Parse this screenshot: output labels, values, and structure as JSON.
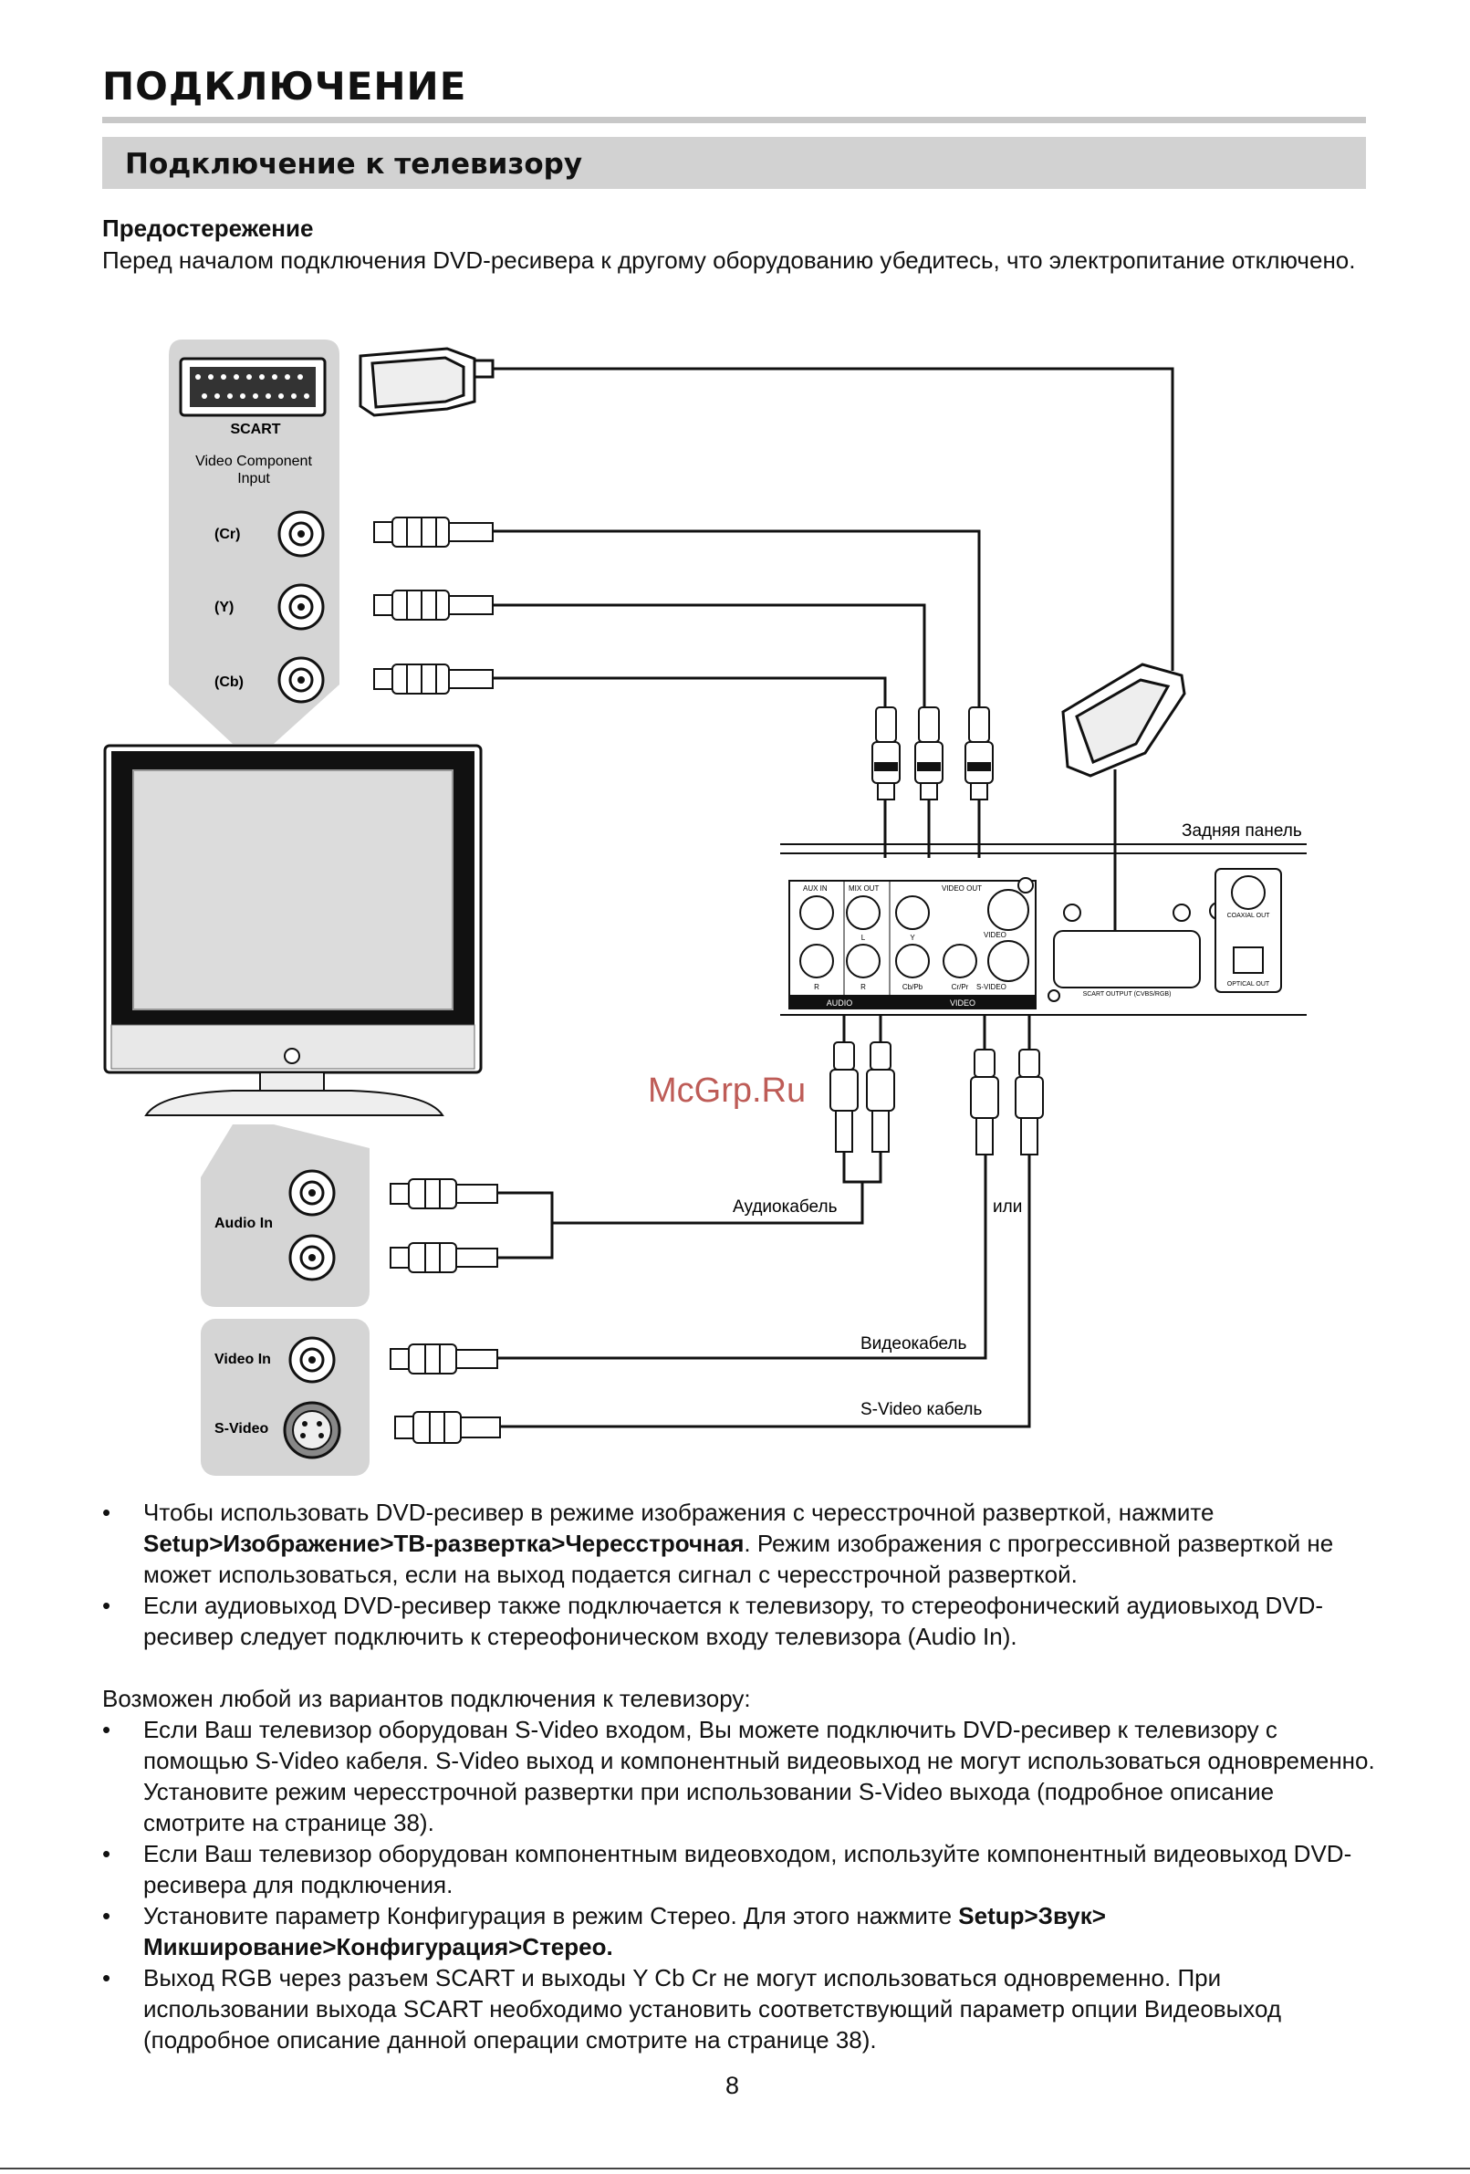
{
  "page": {
    "title": "ПОДКЛЮЧЕНИЕ",
    "section_title": "Подключение к телевизору",
    "caution_heading": "Предостережение",
    "caution_text": "Перед началом подключения DVD-ресивера к другому оборудованию убедитесь, что электропитание отключено.",
    "page_number": "8"
  },
  "diagram": {
    "tv_panel": {
      "scart_label": "SCART",
      "component_label_line1": "Video Component",
      "component_label_line2": "Input",
      "cr_label": "(Cr)",
      "y_label": "(Y)",
      "cb_label": "(Cb)",
      "audio_in_label": "Audio In",
      "video_in_label": "Video In",
      "svideo_label": "S-Video"
    },
    "rear_panel": {
      "title": "Задняя панель",
      "aux_in": "AUX IN",
      "mix_out": "MIX OUT",
      "video_out": "VIDEO OUT",
      "coaxial_out": "COAXIAL OUT",
      "optical_out": "OPTICAL OUT",
      "audio": "AUDIO",
      "video": "VIDEO",
      "scart_output": "SCART OUTPUT (CVBS/RGB)",
      "l": "L",
      "r": "R",
      "y": "Y",
      "cbpb": "Cb/Pb",
      "crpr": "Cr/Pr",
      "video_jack": "VIDEO",
      "svideo_jack": "S-VIDEO"
    },
    "cables": {
      "audio_cable": "Аудиокабель",
      "or": "или",
      "video_cable": "Видеокабель",
      "svideo_cable": "S-Video кабель"
    },
    "watermark": "McGrp.Ru"
  },
  "notes_top": [
    {
      "pre": "Чтобы использовать DVD-ресивер в режиме изображения с чересстрочной разверткой, нажмите ",
      "bold": "Setup>Изображение>ТВ-развертка>Чересстрочная",
      "post": ". Режим изображения с прогрессивной разверткой не может использоваться, если на выход подается сигнал с чересстрочной разверткой."
    },
    {
      "pre": "Если аудиовыход DVD-ресивер также подключается к телевизору, то стереофонический аудиовыход DVD-ресивер следует подключить к стереофоническом входу телевизора (Audio In).",
      "bold": "",
      "post": ""
    }
  ],
  "options_intro": "Возможен любой из вариантов подключения к телевизору:",
  "notes_bottom": [
    {
      "pre": "Если Ваш телевизор оборудован S-Video входом, Вы можете подключить DVD-ресивер к телевизору с помощью S-Video кабеля. S-Video выход и компонентный видеовыход не могут использоваться одновременно. Установите режим чересстрочной развертки при использовании S-Video выхода (подробное описание смотрите на странице 38).",
      "bold": "",
      "post": ""
    },
    {
      "pre": "Если Ваш телевизор оборудован компонентным видеовходом, используйте компонентный видеовыход DVD-ресивера для подключения.",
      "bold": "",
      "post": ""
    },
    {
      "pre": "Установите параметр Конфигурация в режим Стерео. Для этого нажмите ",
      "bold": "Setup>Звук> Микширование>Конфигурация>Стерео.",
      "post": ""
    },
    {
      "pre": "Выход RGB через разъем SCART и выходы Y Cb Cr не могут использоваться одновременно. При использовании выхода SCART необходимо установить соответствующий параметр опции Видеовыход (подробное описание данной операции смотрите на странице 38).",
      "bold": "",
      "post": ""
    }
  ]
}
